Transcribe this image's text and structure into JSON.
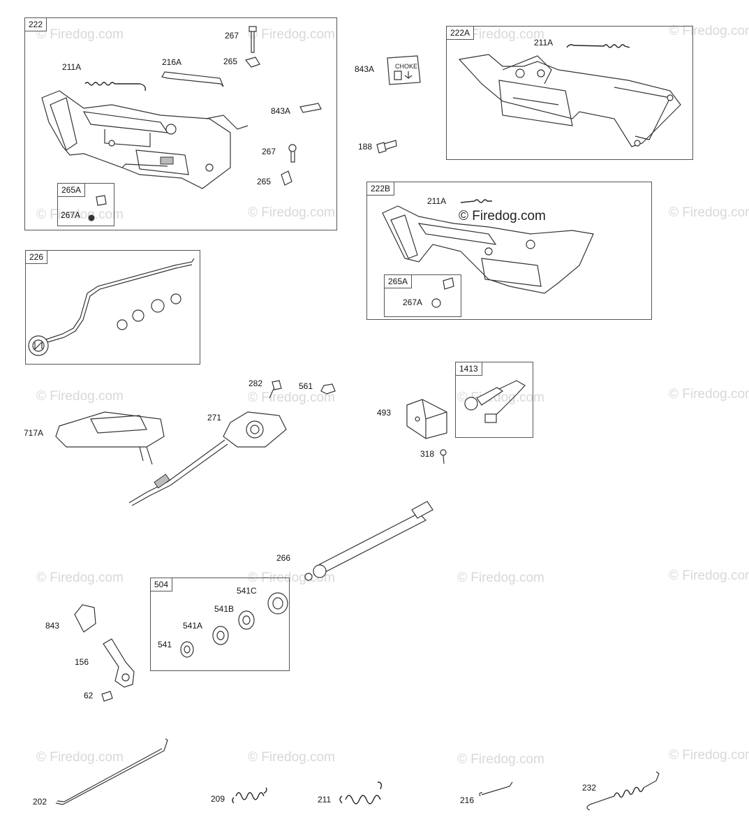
{
  "watermark": {
    "text": "© Firedog.com",
    "center_text": "© Firedog.com"
  },
  "boxes": {
    "b222": "222",
    "b222A": "222A",
    "b222B": "222B",
    "b265A": "265A",
    "b265A_2": "265A",
    "b226": "226",
    "b1413": "1413",
    "b504": "504"
  },
  "labels": {
    "l267": "267",
    "l265": "265",
    "l211A": "211A",
    "l216A": "216A",
    "l843A_in": "843A",
    "l267_b": "267",
    "l265_b": "265",
    "l267A": "267A",
    "l843A_out": "843A",
    "l188": "188",
    "l211A_a": "211A",
    "l211A_b": "211A",
    "l267A_b": "267A",
    "l282": "282",
    "l561": "561",
    "l271": "271",
    "l717A": "717A",
    "l493": "493",
    "l318": "318",
    "l266": "266",
    "l843": "843",
    "l156": "156",
    "l62": "62",
    "l541": "541",
    "l541A": "541A",
    "l541B": "541B",
    "l541C": "541C",
    "l202": "202",
    "l209": "209",
    "l211": "211",
    "l216": "216",
    "l232": "232"
  },
  "decal": {
    "choke_text": "CHOKE"
  }
}
